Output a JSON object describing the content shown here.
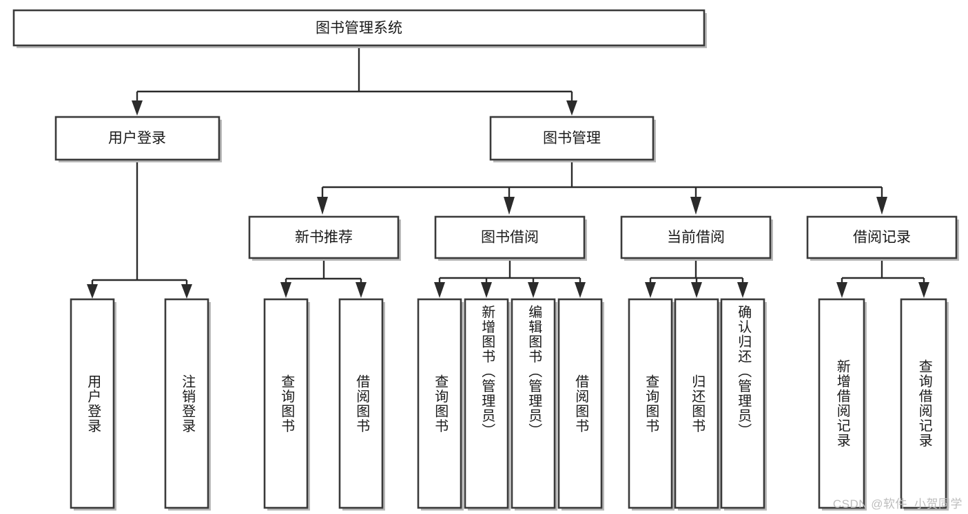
{
  "diagram": {
    "title": "图书管理系统",
    "type": "tree",
    "watermark": "CSDN @软件_小贺同学",
    "colors": {
      "box_fill": "#ffffff",
      "box_stroke": "#3a3a3a",
      "edge": "#2b2b2b",
      "text": "#1a1a1a",
      "watermark": "#bdbdbd"
    },
    "root": {
      "label": "图书管理系统"
    },
    "level2": [
      {
        "label": "用户登录"
      },
      {
        "label": "图书管理"
      }
    ],
    "level3": [
      {
        "label": "新书推荐"
      },
      {
        "label": "图书借阅"
      },
      {
        "label": "当前借阅"
      },
      {
        "label": "借阅记录"
      }
    ],
    "leaves": {
      "user_login": [
        {
          "label": "用户登录"
        },
        {
          "label": "注销登录"
        }
      ],
      "new_book": [
        {
          "label": "查询图书"
        },
        {
          "label": "借阅图书"
        }
      ],
      "book_borrow": [
        {
          "label": "查询图书"
        },
        {
          "label": "新增图书（管理员）"
        },
        {
          "label": "编辑图书（管理员）"
        },
        {
          "label": "借阅图书"
        }
      ],
      "current_borrow": [
        {
          "label": "查询图书"
        },
        {
          "label": "归还图书"
        },
        {
          "label": "确认归还（管理员）"
        }
      ],
      "borrow_record": [
        {
          "label": "新增借阅记录"
        },
        {
          "label": "查询借阅记录"
        }
      ]
    }
  }
}
